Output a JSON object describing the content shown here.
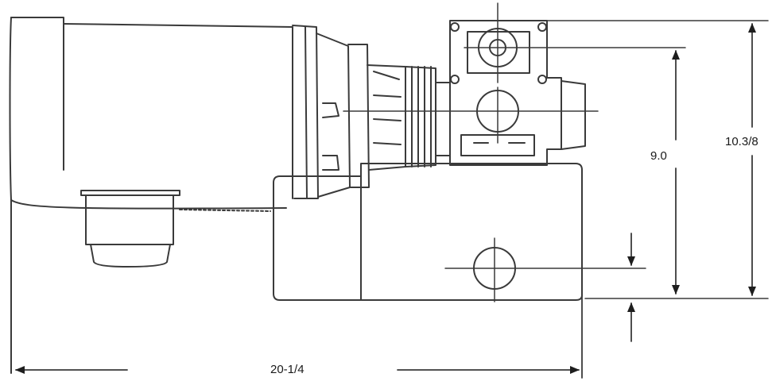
{
  "dimensions": {
    "overall_length": "20-1/4",
    "shaft_height": "9.0",
    "overall_height": "10.3/8"
  },
  "colors": {
    "line": "#3a3a3a",
    "background": "#ffffff"
  }
}
